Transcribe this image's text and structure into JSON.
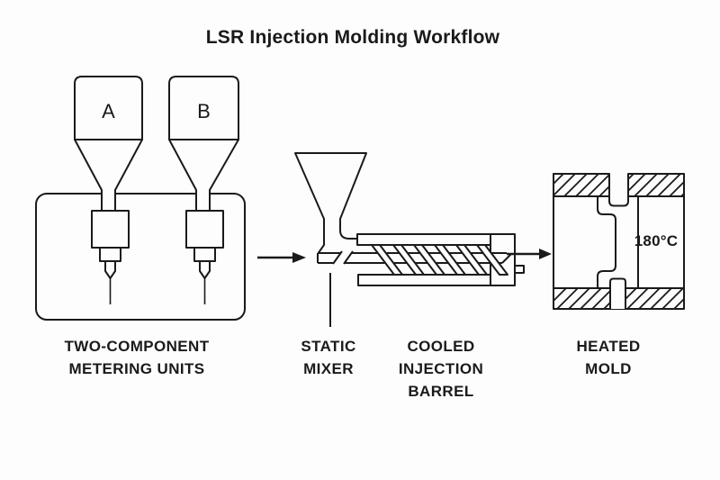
{
  "title": "LSR Injection Molding Workflow",
  "diagram": {
    "metering_units": {
      "hopper_a_label": "A",
      "hopper_b_label": "B",
      "caption_lines": [
        "TWO-COMPONENT",
        "METERING UNITS"
      ]
    },
    "static_mixer": {
      "caption_lines": [
        "STATIC",
        "MIXER"
      ]
    },
    "injection_barrel": {
      "caption_lines": [
        "COOLED",
        "INJECTION",
        "BARREL"
      ]
    },
    "heated_mold": {
      "temperature_label": "180°C",
      "caption_lines": [
        "HEATED",
        "MOLD"
      ]
    }
  },
  "colors": {
    "line": "#1a1a1a",
    "text": "#1a1a1a",
    "background": "#fdfdfd"
  }
}
